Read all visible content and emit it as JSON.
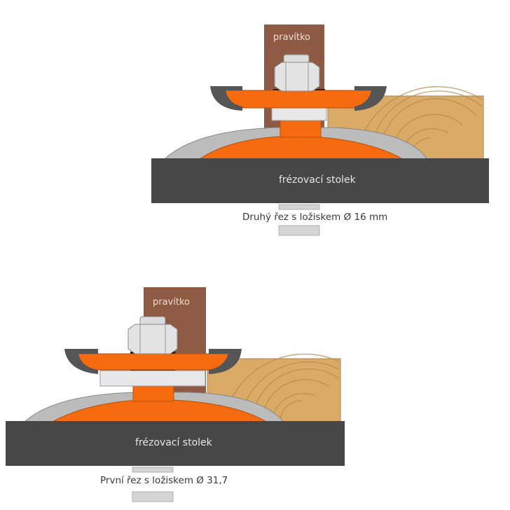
{
  "colors": {
    "cutter_orange": "#f66a10",
    "ruler_brown": "#8e5a43",
    "table_dark": "#474747",
    "wood": "#d9ab66",
    "wood_ring": "#b88a4c",
    "bearing_light": "#e8e8e8",
    "guard_gray": "#b9b9b9",
    "cap_dark": "#555555"
  },
  "diagrams": [
    {
      "id": "second-cut",
      "ruler_label": "pravítko",
      "table_label": "frézovací stolek",
      "caption": "Druhý řez s ložiskem Ø 16 mm",
      "bearing_diameter": "Ø 16 mm"
    },
    {
      "id": "first-cut",
      "ruler_label": "pravítko",
      "table_label": "frézovací stolek",
      "caption": "První řez s ložiskem Ø 31,7",
      "bearing_diameter": "Ø 31,7"
    }
  ]
}
